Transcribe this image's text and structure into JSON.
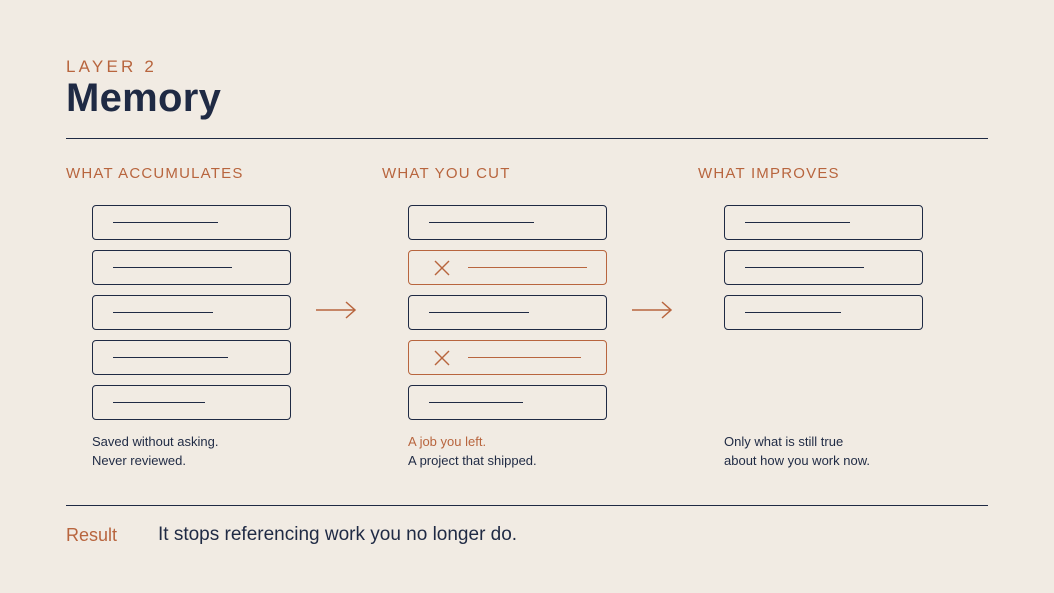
{
  "header": {
    "eyebrow": "LAYER 2",
    "title": "Memory"
  },
  "columns": [
    {
      "heading": "WHAT ACCUMULATES",
      "cards": [
        {
          "state": "kept",
          "line_fill": 0.53
        },
        {
          "state": "kept",
          "line_fill": 0.6
        },
        {
          "state": "kept",
          "line_fill": 0.5
        },
        {
          "state": "kept",
          "line_fill": 0.58
        },
        {
          "state": "kept",
          "line_fill": 0.46
        }
      ],
      "caption_line1": "Saved without asking.",
      "caption_line2": "Never reviewed."
    },
    {
      "heading": "WHAT YOU CUT",
      "cards": [
        {
          "state": "kept",
          "line_fill": 0.53
        },
        {
          "state": "cut",
          "line_fill": 0.6
        },
        {
          "state": "kept",
          "line_fill": 0.5
        },
        {
          "state": "cut",
          "line_fill": 0.57
        },
        {
          "state": "kept",
          "line_fill": 0.47
        }
      ],
      "caption_line1": "A job you left.",
      "caption_line2": "A project that shipped."
    },
    {
      "heading": "WHAT IMPROVES",
      "cards": [
        {
          "state": "kept",
          "line_fill": 0.53
        },
        {
          "state": "kept",
          "line_fill": 0.6
        },
        {
          "state": "kept",
          "line_fill": 0.48
        }
      ],
      "caption_line1": "Only what is still true",
      "caption_line2": "about how you work now."
    }
  ],
  "result": {
    "label": "Result",
    "text": "It stops referencing work you no longer do."
  },
  "colors": {
    "background": "#F1EBE3",
    "navy": "#1F2A44",
    "accent": "#B8653E"
  },
  "icons": {
    "arrow": "arrow-right-icon",
    "cut": "x-icon"
  }
}
